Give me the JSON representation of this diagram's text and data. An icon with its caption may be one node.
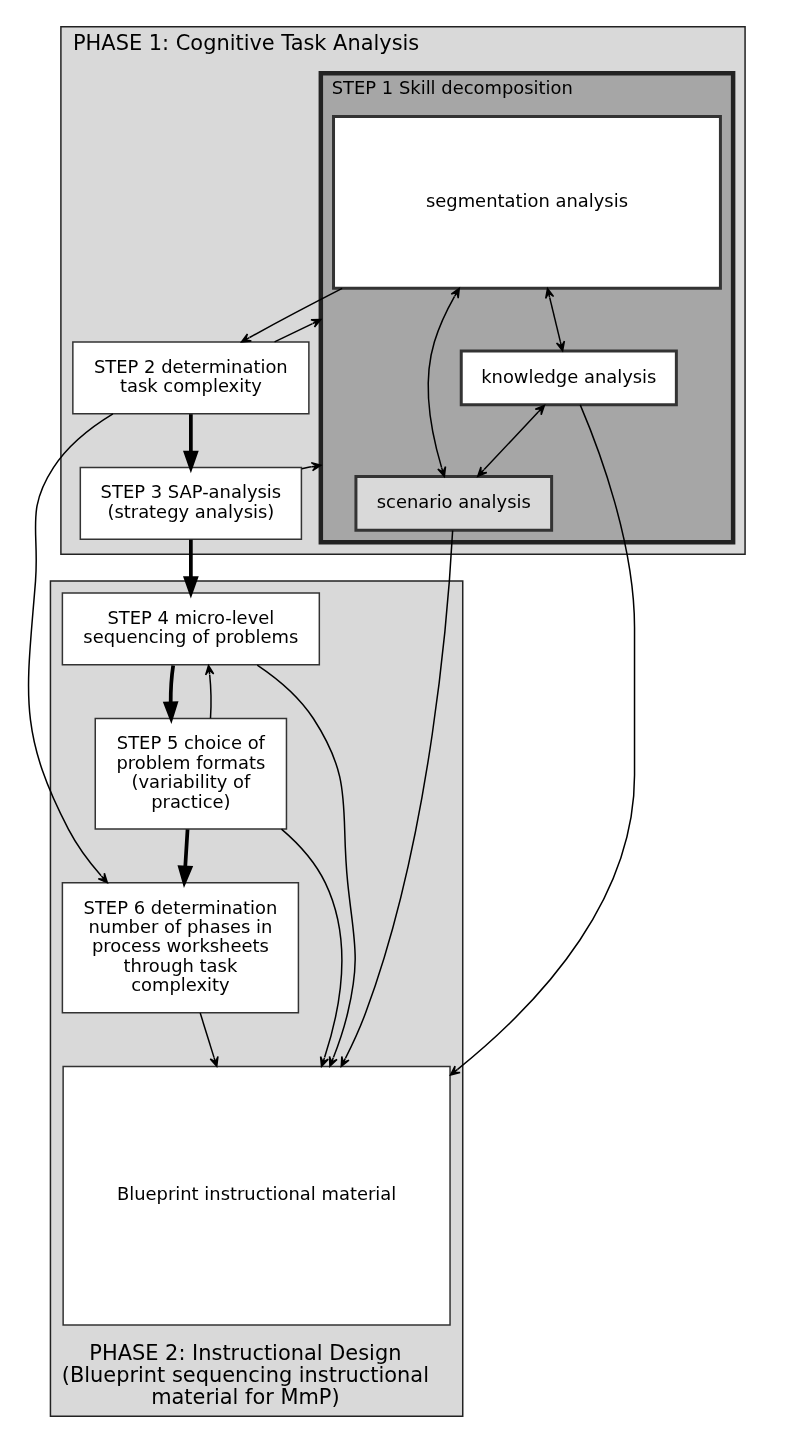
{
  "diagram": {
    "nodes": [
      {
        "text": [
          "PHASE 1: Cognitive Task Analysis"
        ]
      },
      {
        "text": [
          "STEP 1 Skill decomposition"
        ],
        "in": 0
      },
      {
        "text": [
          "segmentation analysis"
        ],
        "in": 1
      },
      {
        "text": [
          "knowledge analysis"
        ],
        "in": 1
      },
      {
        "text": [
          "scenario analysis"
        ],
        "in": 1
      },
      {
        "text": [
          "STEP 2 determination task complexity"
        ],
        "in": 0
      },
      {
        "text": [
          "STEP 3 SAP-analysis",
          "(strategy analysis)"
        ],
        "in": 0
      },
      {
        "text": [
          "PHASE 2: Instructional Design",
          "(Blueprint sequencing instructional material for MmP)"
        ]
      },
      {
        "text": [
          "STEP 4 micro-level sequencing of problems"
        ],
        "in": 7
      },
      {
        "text": [
          "STEP 5 choice of problem formats",
          "(variability of practice)"
        ],
        "in": 7
      },
      {
        "text": [
          "STEP 6 determination number of phases in process worksheets through task complexity"
        ],
        "in": 7
      },
      {
        "text": [
          "Blueprint instructional material"
        ],
        "in": 7
      }
    ],
    "edges": [
      {
        "from": 2,
        "to": 5,
        "arrow": "to"
      },
      {
        "from": 2,
        "to": 3,
        "arrow": "both"
      },
      {
        "from": 2,
        "to": 4,
        "arrow": "both"
      },
      {
        "from": 3,
        "to": 4,
        "arrow": "both"
      },
      {
        "from": 5,
        "to": 1,
        "arrow": "to"
      },
      {
        "from": 6,
        "to": 1,
        "arrow": "to"
      },
      {
        "from": 5,
        "to": 6,
        "arrow": "to",
        "style": "thick"
      },
      {
        "from": 5,
        "to": 10,
        "arrow": "to"
      },
      {
        "from": 6,
        "to": 8,
        "arrow": "to",
        "style": "thick"
      },
      {
        "from": 3,
        "to": 11,
        "arrow": "to"
      },
      {
        "from": 4,
        "to": 11,
        "arrow": "to"
      },
      {
        "from": 8,
        "to": 11,
        "arrow": "to"
      },
      {
        "from": 8,
        "to": 9,
        "arrow": "to",
        "style": "thick"
      },
      {
        "from": 9,
        "to": 8,
        "arrow": "to"
      },
      {
        "from": 9,
        "to": 11,
        "arrow": "to"
      },
      {
        "from": 9,
        "to": 10,
        "arrow": "to",
        "style": "thick"
      },
      {
        "from": 10,
        "to": 11,
        "arrow": "to"
      }
    ]
  }
}
